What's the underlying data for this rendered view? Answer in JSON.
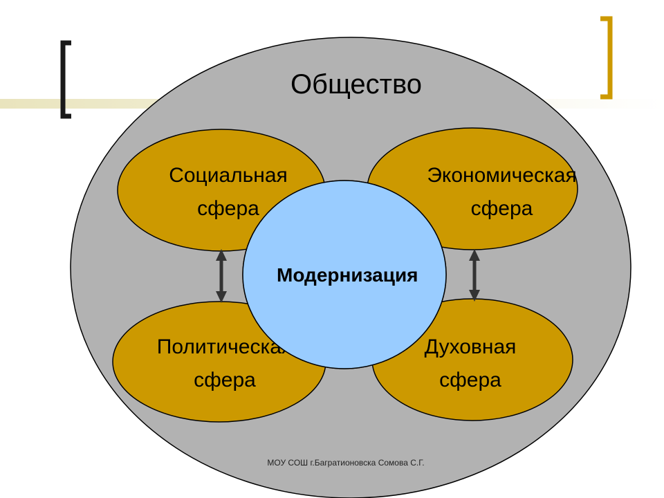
{
  "title": "Общество",
  "center": "Модернизация",
  "spheres": {
    "social": [
      "Социальная",
      "сфера"
    ],
    "economic": [
      "Экономическая",
      "сфера"
    ],
    "political": [
      "Политическая",
      "сфера"
    ],
    "spiritual": [
      "Духовная",
      "сфера"
    ]
  },
  "footer": "МОУ СОШ г.Багратионовска Сомова С.Г.",
  "colors": {
    "society_fill": "#b2b2b2",
    "sphere_fill": "#cc9900",
    "center_fill": "#99ccff",
    "bracket": "#cc9900",
    "band": "#e6e1b3",
    "arrow": "#333333"
  }
}
